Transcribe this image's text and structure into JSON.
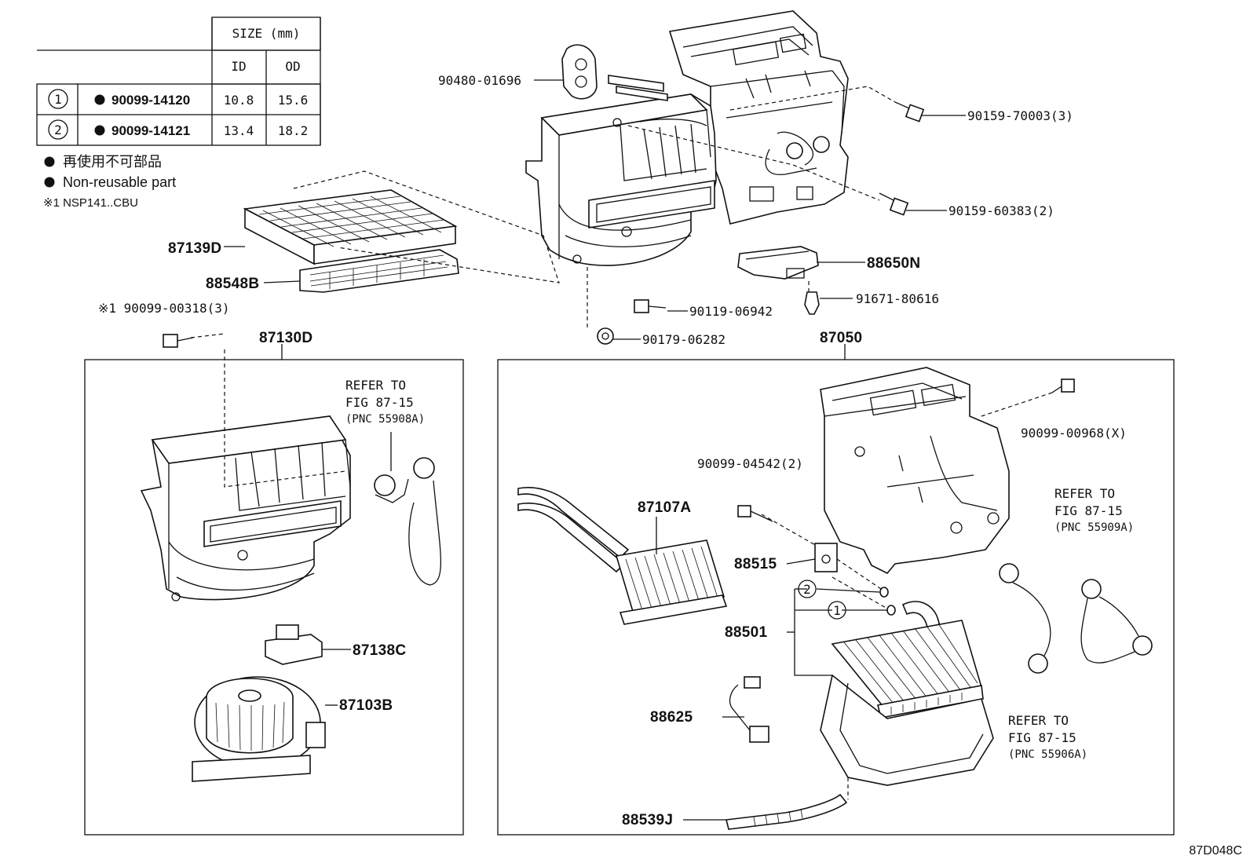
{
  "size_table": {
    "header_size": "SIZE (mm)",
    "col_id": "ID",
    "col_od": "OD",
    "rows": [
      {
        "marker": "1",
        "part": "90099-14120",
        "id": "10.8",
        "od": "15.6"
      },
      {
        "marker": "2",
        "part": "90099-14121",
        "id": "13.4",
        "od": "18.2"
      }
    ]
  },
  "legend": {
    "non_reusable_jp": "再使用不可部品",
    "non_reusable_en": "Non-reusable part",
    "note_1": "※1 NSP141..CBU"
  },
  "labels": {
    "p87139D": "87139D",
    "p88548B": "88548B",
    "p90099_00318": "※1 90099-00318(3)",
    "p87130D": "87130D",
    "p90480_01696": "90480-01696",
    "p90159_70003": "90159-70003(3)",
    "p90159_60383": "90159-60383(2)",
    "p88650N": "88650N",
    "p91671_80616": "91671-80616",
    "p90119_06942": "90119-06942",
    "p90179_06282": "90179-06282",
    "p87050": "87050",
    "p90099_00968": "90099-00968(X)",
    "p90099_04542": "90099-04542(2)",
    "p87107A": "87107A",
    "p88515": "88515",
    "p88501": "88501",
    "p88625": "88625",
    "p88539J": "88539J",
    "p87138C": "87138C",
    "p87103B": "87103B",
    "marker_1": "1",
    "marker_2": "2"
  },
  "refer_a": {
    "line1": "REFER TO",
    "line2": "FIG 87-15",
    "line3": "(PNC 55908A)"
  },
  "refer_b": {
    "line1": "REFER TO",
    "line2": "FIG 87-15",
    "line3": "(PNC 55909A)"
  },
  "refer_c": {
    "line1": "REFER TO",
    "line2": "FIG 87-15",
    "line3": "(PNC 55906A)"
  },
  "figure_code": "87D048C"
}
